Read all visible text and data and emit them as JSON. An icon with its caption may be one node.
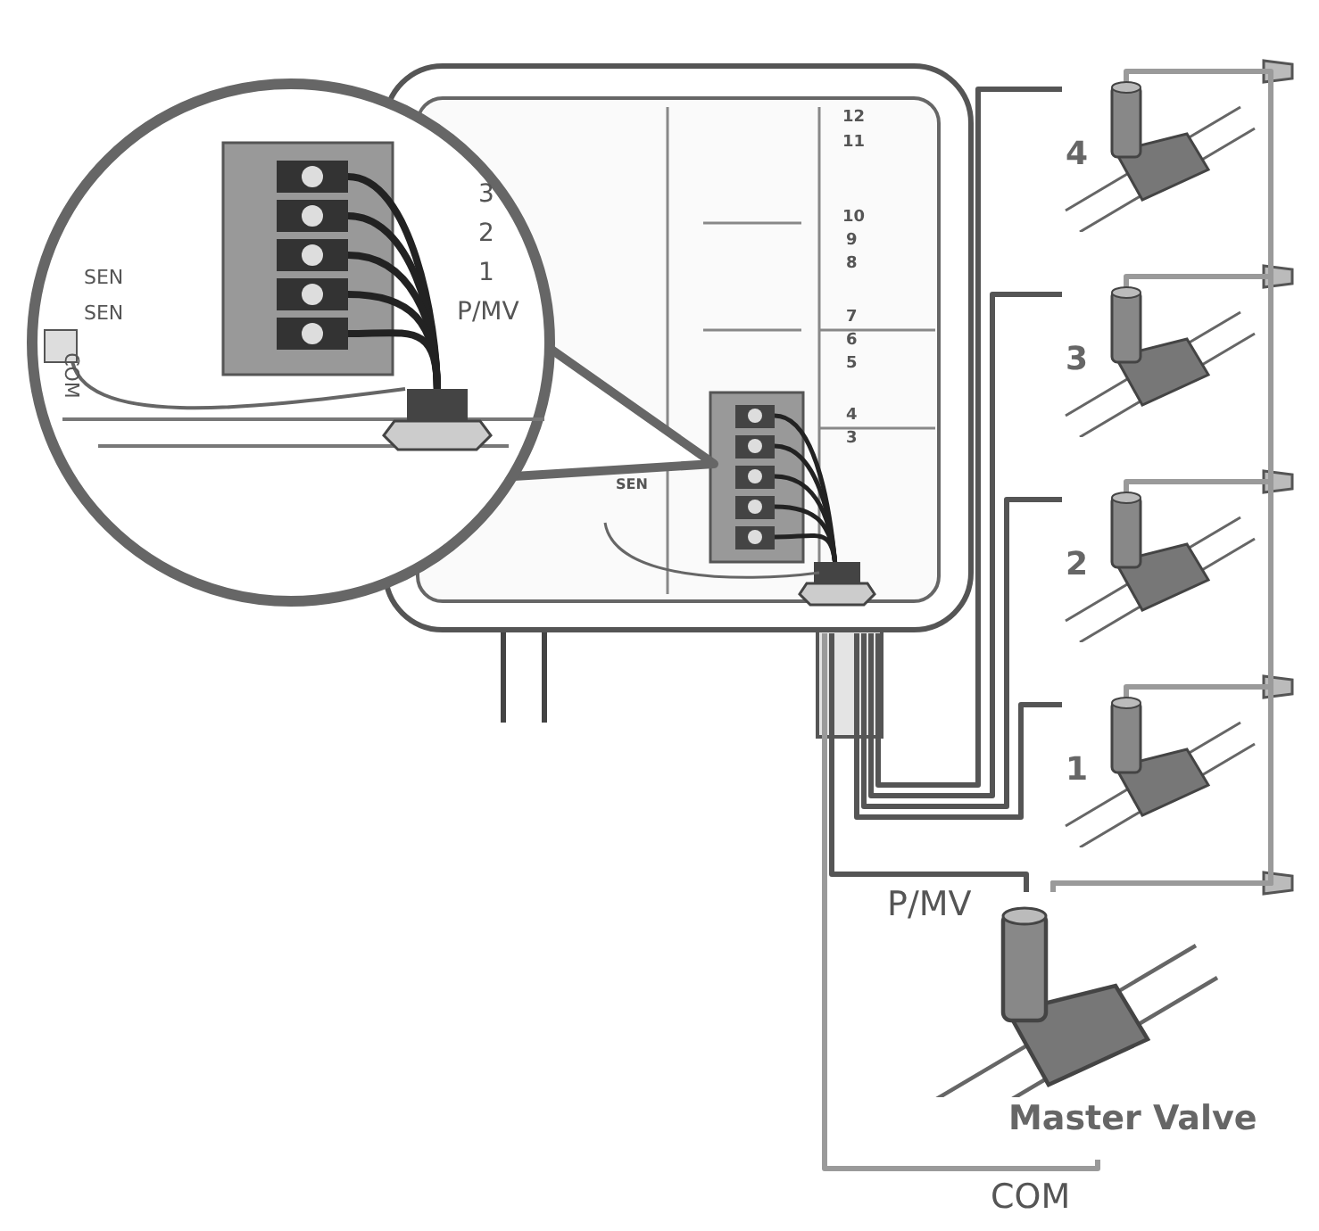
{
  "diagram": {
    "nodes": [
      {
        "text": [],
        "shape": "picture"
      },
      {
        "text": [
          "4"
        ]
      },
      {
        "text": [
          "3"
        ]
      },
      {
        "text": [
          "2"
        ]
      },
      {
        "text": [
          "1"
        ]
      },
      {
        "text": [
          "Master Valve"
        ]
      }
    ],
    "edges": [
      {
        "from": 0,
        "to": 1,
        "arrow": "none"
      },
      {
        "from": 0,
        "to": 2,
        "arrow": "none"
      },
      {
        "from": 0,
        "to": 3,
        "arrow": "none"
      },
      {
        "from": 0,
        "to": 4,
        "arrow": "none"
      },
      {
        "from": 0,
        "to": 5,
        "arrow": "none",
        "label": "P/MV"
      },
      {
        "from": 0,
        "to": 5,
        "arrow": "none",
        "label": "COM",
        "color": "#9a9a9a"
      },
      {
        "from": 5,
        "to": 4,
        "arrow": "none",
        "color": "#9a9a9a"
      },
      {
        "from": 5,
        "to": 3,
        "arrow": "none",
        "color": "#9a9a9a"
      },
      {
        "from": 5,
        "to": 2,
        "arrow": "none",
        "color": "#9a9a9a"
      },
      {
        "from": 5,
        "to": 1,
        "arrow": "none",
        "color": "#9a9a9a"
      }
    ],
    "labels": [
      "SEN",
      "SEN",
      "COM",
      "3",
      "2",
      "1",
      "P/MV",
      "12",
      "11",
      "10",
      "9",
      "8",
      "7",
      "6",
      "5",
      "4",
      "3",
      "SEN"
    ]
  }
}
